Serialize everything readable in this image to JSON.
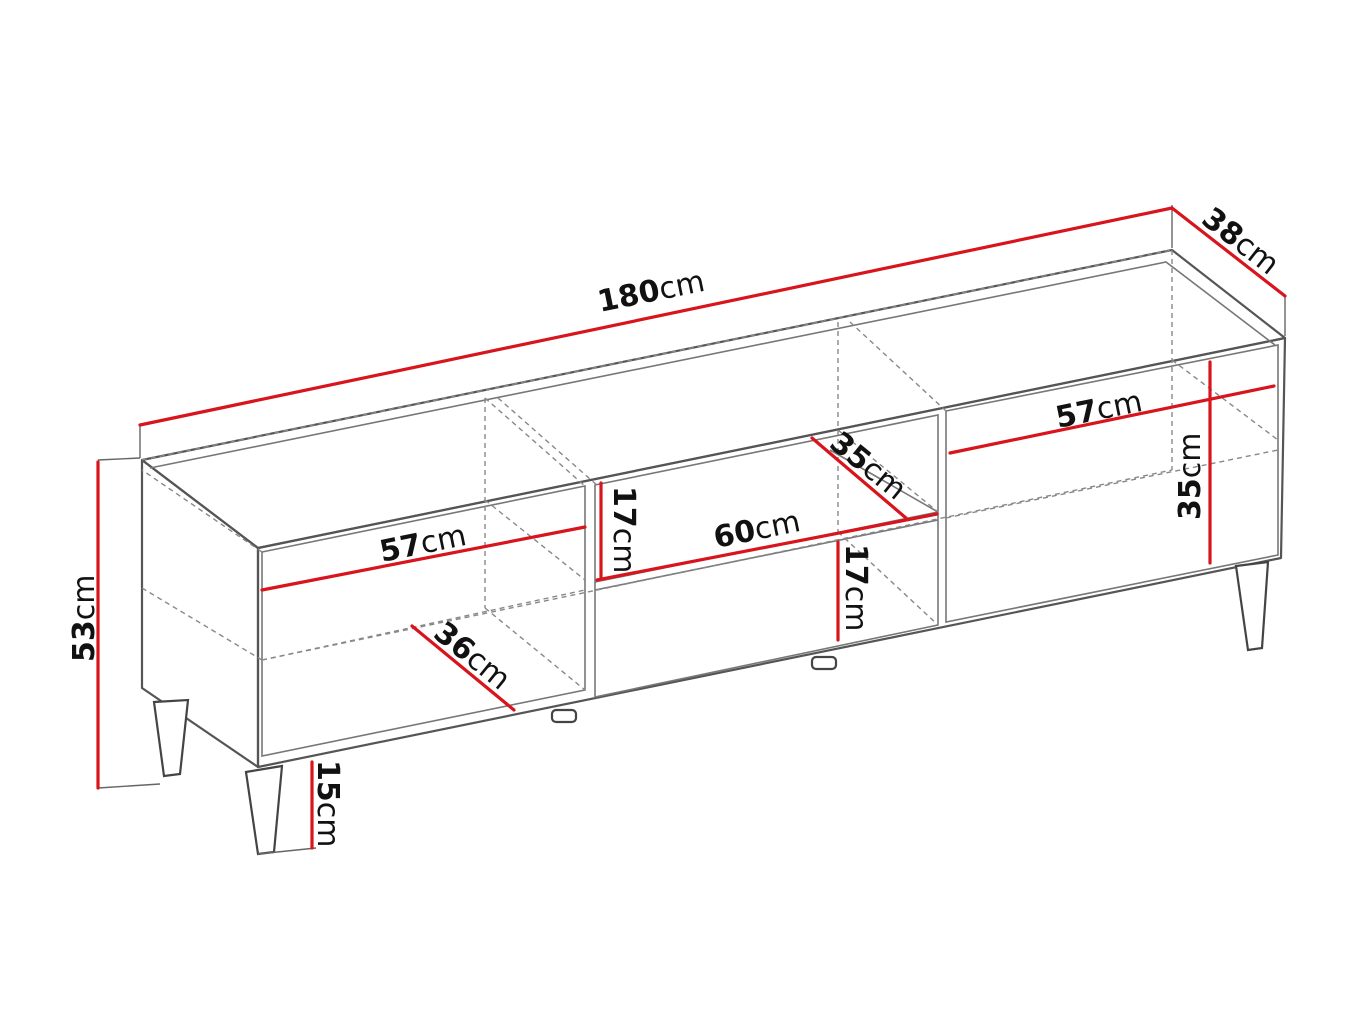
{
  "unit": "cm",
  "colors": {
    "dimension_line": "#d8141c",
    "outline": "#555555",
    "background": "#ffffff"
  },
  "dimensions": {
    "total_width": "180",
    "depth": "38",
    "total_height": "53",
    "leg_height": "15",
    "left_compartment_width": "57",
    "left_compartment_depth": "36",
    "middle_shelf_width": "60",
    "middle_upper_height": "17",
    "middle_lower_height": "17",
    "middle_shelf_depth": "35",
    "right_compartment_width": "57",
    "right_compartment_height": "35"
  }
}
